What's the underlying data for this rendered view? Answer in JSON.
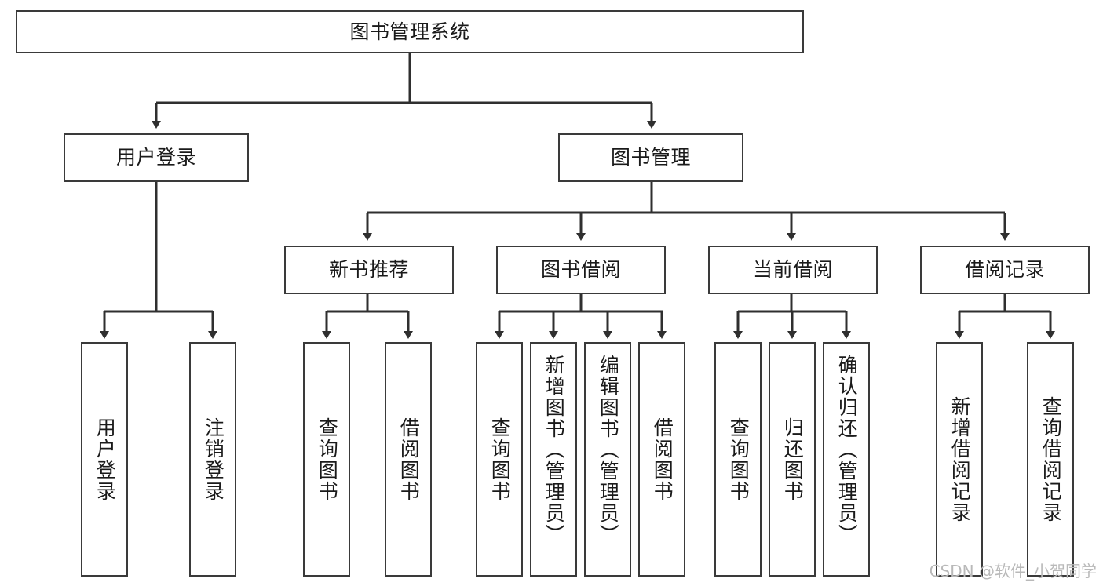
{
  "diagram": {
    "type": "hierarchy-tree",
    "title": "图书管理系统",
    "orientation": "top-down",
    "colors": {
      "box_border": "#3a3a3a",
      "box_fill": "#ffffff",
      "connector": "#2f2f2f",
      "text": "#1a1a1a",
      "watermark": "#b9b9b9"
    },
    "root": {
      "label": "图书管理系统"
    },
    "level2": [
      {
        "id": "user-login",
        "label": "用户登录"
      },
      {
        "id": "book-management",
        "label": "图书管理"
      }
    ],
    "level3": [
      {
        "id": "new-book-recommend",
        "label": "新书推荐",
        "parent": "book-management"
      },
      {
        "id": "book-borrow",
        "label": "图书借阅",
        "parent": "book-management"
      },
      {
        "id": "current-borrow",
        "label": "当前借阅",
        "parent": "book-management"
      },
      {
        "id": "borrow-record",
        "label": "借阅记录",
        "parent": "book-management"
      }
    ],
    "leaves": [
      {
        "id": "leaf-user-login",
        "label": "用户登录",
        "parent": "user-login"
      },
      {
        "id": "leaf-logout-login",
        "label": "注销登录",
        "parent": "user-login"
      },
      {
        "id": "leaf-query-book-1",
        "label": "查询图书",
        "parent": "new-book-recommend"
      },
      {
        "id": "leaf-borrow-book-1",
        "label": "借阅图书",
        "parent": "new-book-recommend"
      },
      {
        "id": "leaf-query-book-2",
        "label": "查询图书",
        "parent": "book-borrow"
      },
      {
        "id": "leaf-add-book",
        "label": "新增图书（管理员）",
        "parent": "book-borrow"
      },
      {
        "id": "leaf-edit-book",
        "label": "编辑图书（管理员）",
        "parent": "book-borrow"
      },
      {
        "id": "leaf-borrow-book-2",
        "label": "借阅图书",
        "parent": "book-borrow"
      },
      {
        "id": "leaf-query-book-3",
        "label": "查询图书",
        "parent": "current-borrow"
      },
      {
        "id": "leaf-return-book",
        "label": "归还图书",
        "parent": "current-borrow"
      },
      {
        "id": "leaf-confirm-return",
        "label": "确认归还（管理员）",
        "parent": "current-borrow"
      },
      {
        "id": "leaf-add-record",
        "label": "新增借阅记录",
        "parent": "borrow-record"
      },
      {
        "id": "leaf-query-record",
        "label": "查询借阅记录",
        "parent": "borrow-record"
      }
    ]
  },
  "watermark": {
    "text": "CSDN @软件_小贺同学"
  }
}
